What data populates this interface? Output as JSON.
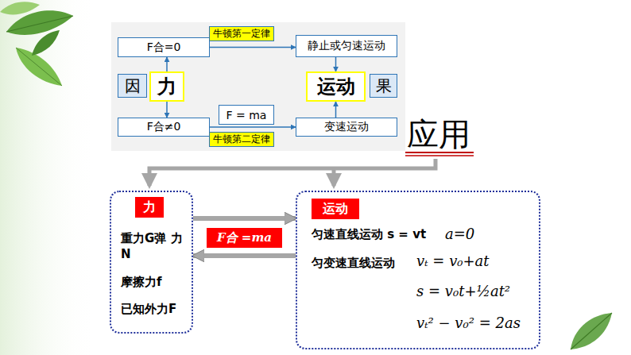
{
  "diagram": {
    "nodes": [
      {
        "text": [
          "F合=0"
        ]
      },
      {
        "text": [
          "牛顿第一定律"
        ]
      },
      {
        "text": [
          "静止或匀速运动"
        ]
      },
      {
        "text": [
          "因"
        ]
      },
      {
        "text": [
          "力"
        ]
      },
      {
        "text": [
          "运动"
        ]
      },
      {
        "text": [
          "果"
        ]
      },
      {
        "text": [
          "F合≠0"
        ]
      },
      {
        "text": [
          "F = ma"
        ]
      },
      {
        "text": [
          "变速运动"
        ]
      },
      {
        "text": [
          "牛顿第二定律"
        ]
      },
      {
        "text": [
          "重力G弹 力N",
          "摩擦力f",
          "已知外力F"
        ]
      },
      {
        "text": [
          "力"
        ],
        "in": 11
      },
      {
        "text": [
          "匀速直线运动 s = vt",
          "a=0",
          "匀变速直线运动",
          "vₜ = v₀+at",
          "s = v₀t+½at²",
          "vₜ² − v₀² = 2as"
        ]
      },
      {
        "text": [
          "运动"
        ],
        "in": 13
      },
      {
        "text": [
          "F合 =ma"
        ]
      }
    ],
    "edges": [
      {
        "from": 0,
        "to": 2,
        "arrow": "to"
      },
      {
        "from": 4,
        "to": 0,
        "arrow": "to"
      },
      {
        "from": 4,
        "to": 7,
        "arrow": "to"
      },
      {
        "from": 7,
        "to": 9,
        "arrow": "to"
      },
      {
        "from": 2,
        "to": 5,
        "arrow": "to"
      },
      {
        "from": 9,
        "to": 5,
        "arrow": "to"
      },
      {
        "from": 11,
        "to": 13,
        "arrow": "to"
      },
      {
        "from": 13,
        "to": 11,
        "arrow": "to"
      }
    ],
    "labels": [
      "应用"
    ]
  }
}
